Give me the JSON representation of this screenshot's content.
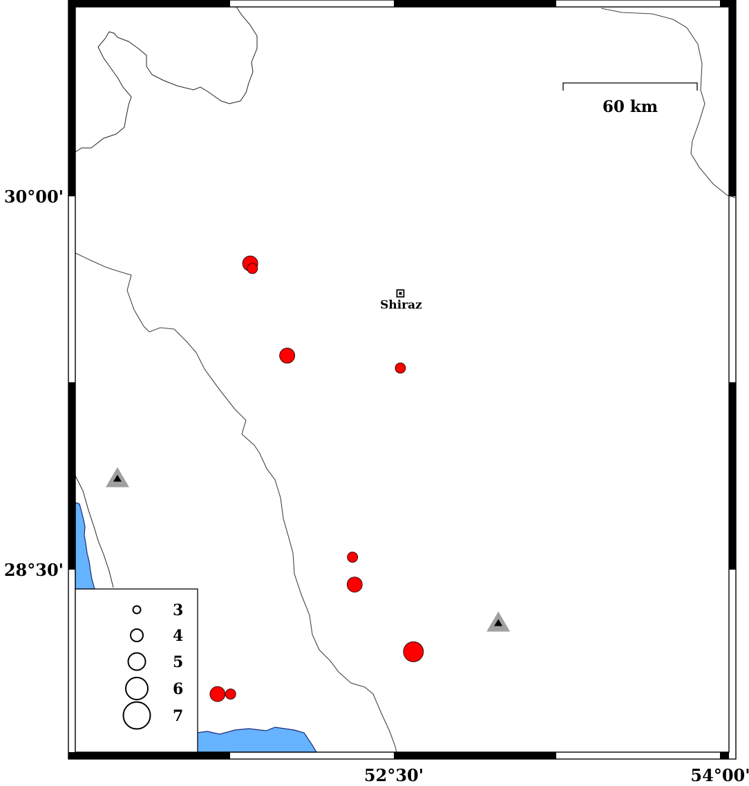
{
  "map": {
    "lon_labels": [
      {
        "text": "52°30'",
        "lon": 52.5
      },
      {
        "text": "54°00'",
        "lon": 54.0
      }
    ],
    "lat_labels": [
      {
        "text": "30°00'",
        "lat": 30.0
      },
      {
        "text": "28°30'",
        "lat": 28.5
      }
    ],
    "city": {
      "name": "Shiraz",
      "lon": 52.53,
      "lat": 29.61
    },
    "scale_bar": {
      "label": "60 km"
    },
    "earthquakes": [
      {
        "lon": 51.84,
        "lat": 29.73,
        "magnitude": 5
      },
      {
        "lon": 51.85,
        "lat": 29.71,
        "magnitude": 4
      },
      {
        "lon": 52.01,
        "lat": 29.36,
        "magnitude": 5
      },
      {
        "lon": 52.53,
        "lat": 29.31,
        "magnitude": 4
      },
      {
        "lon": 52.31,
        "lat": 28.55,
        "magnitude": 4
      },
      {
        "lon": 52.32,
        "lat": 28.44,
        "magnitude": 5
      },
      {
        "lon": 52.59,
        "lat": 28.17,
        "magnitude": 6
      },
      {
        "lon": 51.69,
        "lat": 28.0,
        "magnitude": 5
      },
      {
        "lon": 51.75,
        "lat": 28.0,
        "magnitude": 4
      }
    ],
    "stations": [
      {
        "lon": 51.23,
        "lat": 28.87
      },
      {
        "lon": 52.98,
        "lat": 28.29
      }
    ],
    "legend": {
      "items": [
        {
          "magnitude": 3,
          "label": "3"
        },
        {
          "magnitude": 4,
          "label": "4"
        },
        {
          "magnitude": 5,
          "label": "5"
        },
        {
          "magnitude": 6,
          "label": "6"
        },
        {
          "magnitude": 7,
          "label": "7"
        }
      ]
    },
    "colors": {
      "earthquake": "#ff0000",
      "station_outer": "#a0a0a0",
      "station_inner": "#000000",
      "sea": "#66b3ff"
    }
  }
}
